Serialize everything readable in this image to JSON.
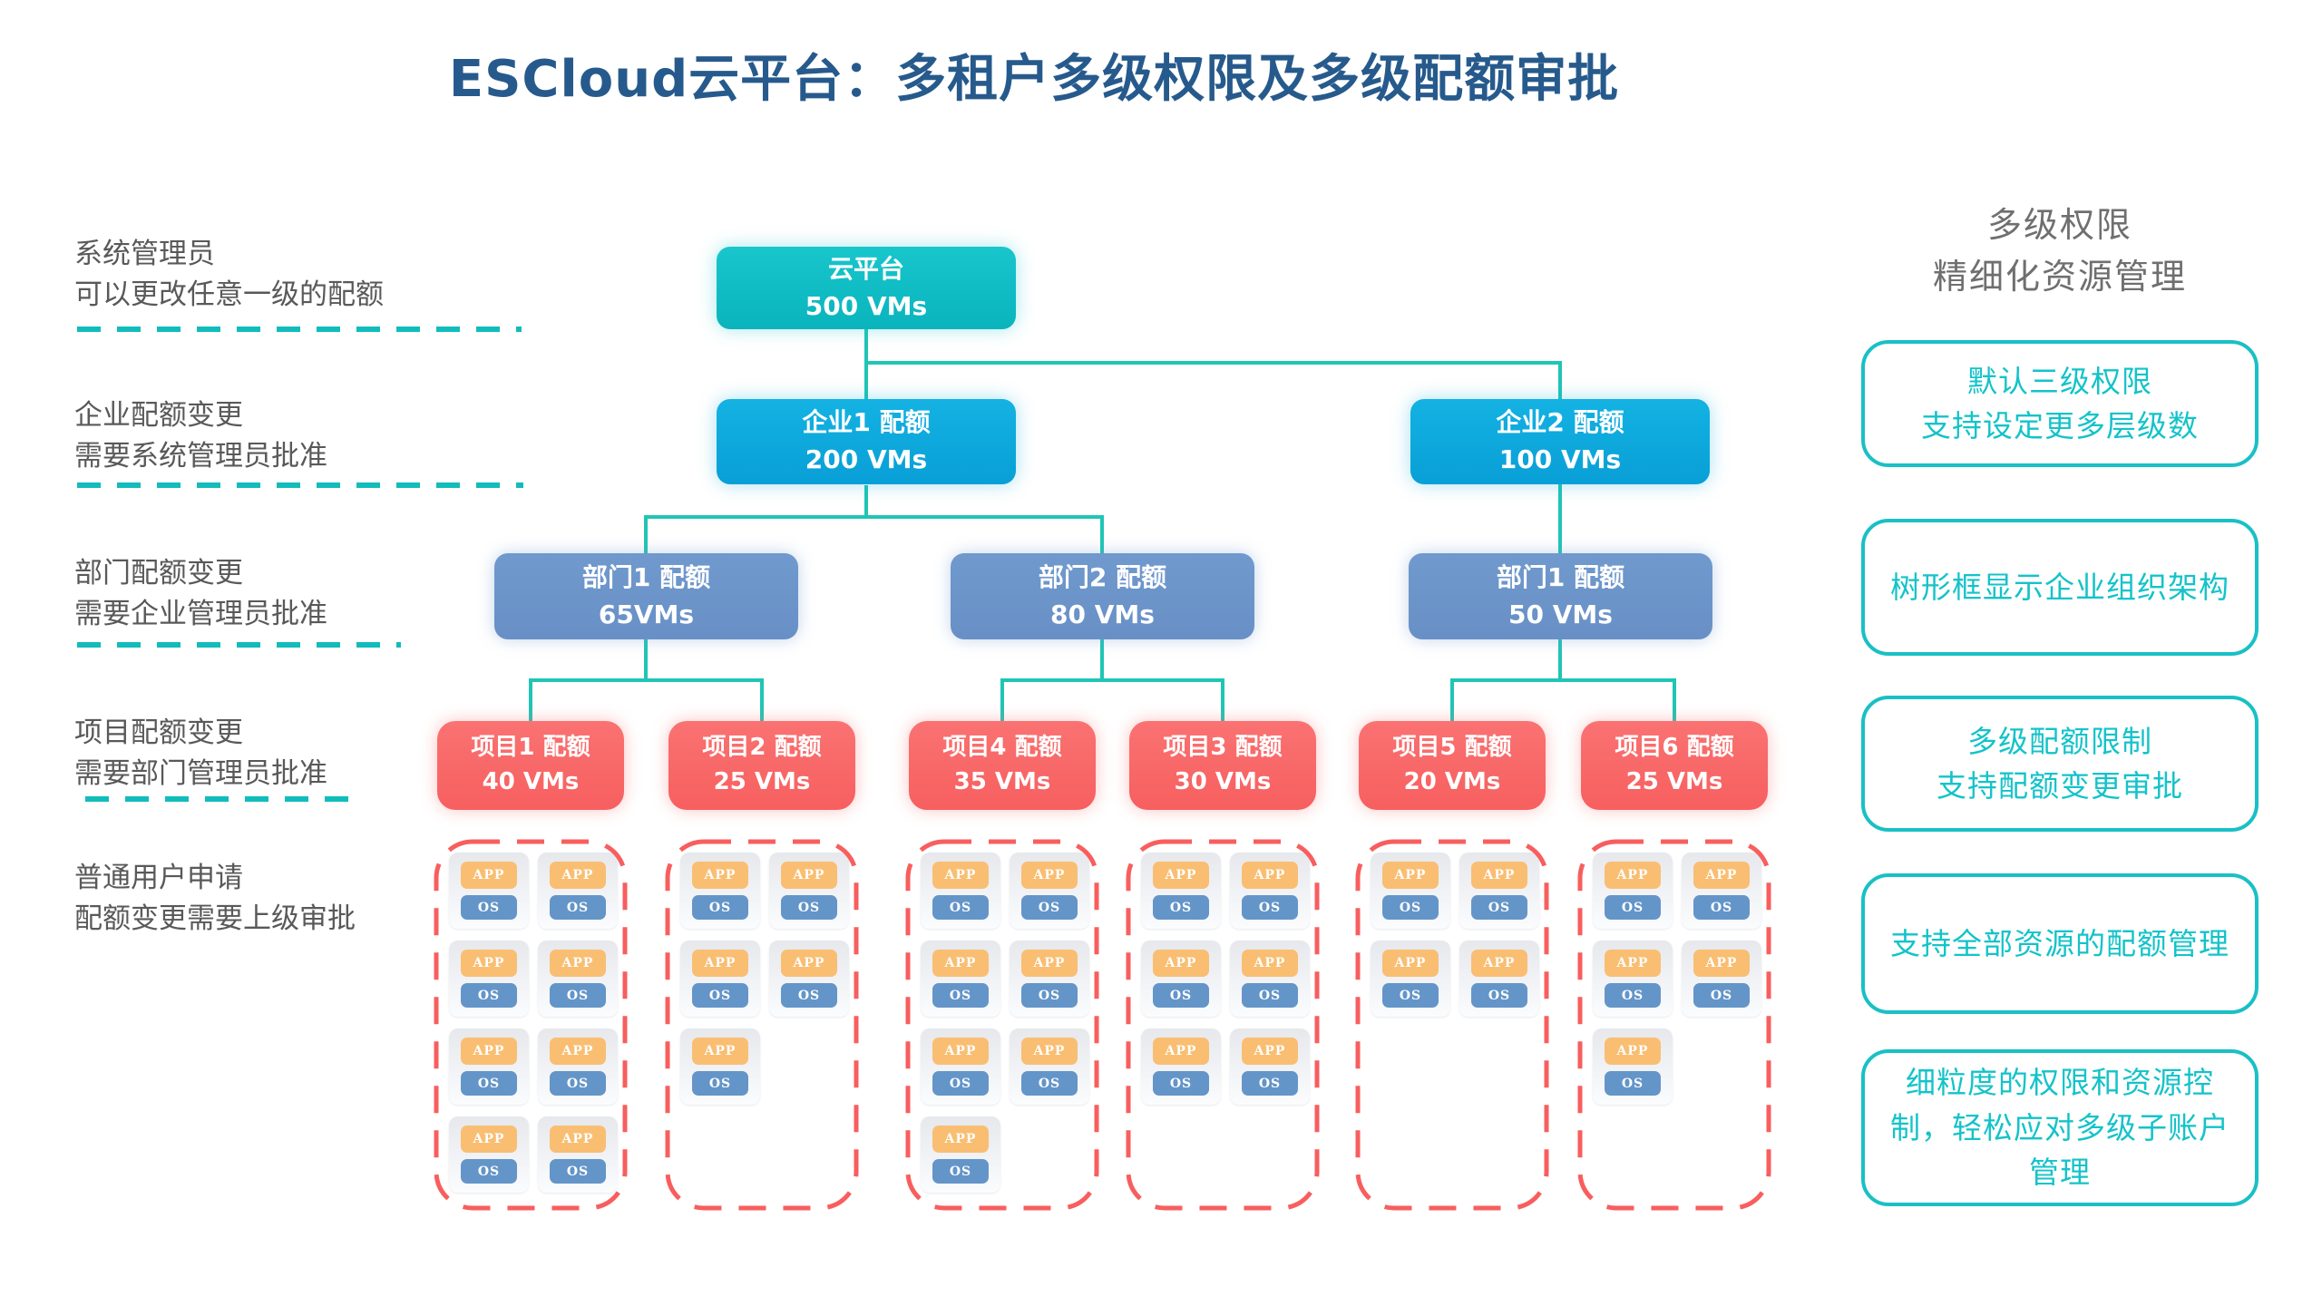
{
  "title": "ESCloud云平台：多租户多级权限及多级配额审批",
  "left_annotations": [
    {
      "line1": "系统管理员",
      "line2": "可以更改任意一级的配额"
    },
    {
      "line1": "企业配额变更",
      "line2": "需要系统管理员批准"
    },
    {
      "line1": "部门配额变更",
      "line2": "需要企业管理员批准"
    },
    {
      "line1": "项目配额变更",
      "line2": "需要部门管理员批准"
    },
    {
      "line1": "普通用户申请",
      "line2": "配额变更需要上级审批"
    }
  ],
  "tree": {
    "root": {
      "name": "云平台",
      "quota": "500 VMs"
    },
    "enterprises": [
      {
        "name": "企业1 配额",
        "quota": "200 VMs"
      },
      {
        "name": "企业2 配额",
        "quota": "100 VMs"
      }
    ],
    "departments": [
      {
        "name": "部门1 配额",
        "quota": "65VMs"
      },
      {
        "name": "部门2 配额",
        "quota": "80 VMs"
      },
      {
        "name": "部门1 配额",
        "quota": "50 VMs"
      }
    ],
    "projects": [
      {
        "name": "项目1 配额",
        "quota": "40 VMs",
        "vm_count": 8
      },
      {
        "name": "项目2 配额",
        "quota": "25 VMs",
        "vm_count": 5
      },
      {
        "name": "项目4 配额",
        "quota": "35 VMs",
        "vm_count": 7
      },
      {
        "name": "项目3 配额",
        "quota": "30 VMs",
        "vm_count": 6
      },
      {
        "name": "项目5 配额",
        "quota": "20 VMs",
        "vm_count": 4
      },
      {
        "name": "项目6 配额",
        "quota": "25 VMs",
        "vm_count": 5
      }
    ]
  },
  "vm_card": {
    "app_label": "APP",
    "os_label": "OS"
  },
  "right_panel": {
    "header_line1": "多级权限",
    "header_line2": "精细化资源管理",
    "features": [
      "默认三级权限\n支持设定更多层级数",
      "树形框显示企业组织架构",
      "多级配额限制\n支持配额变更审批",
      "支持全部资源的配额管理",
      "细粒度的权限和资源控制，轻松应对多级子账户管理"
    ]
  },
  "colors": {
    "title_blue": "#275a8c",
    "cloud_teal": "#0fbfc6",
    "enterprise_blue": "#0aa7db",
    "department_blue": "#6d96cc",
    "project_red": "#f96a6a",
    "app_orange": "#f9be72",
    "os_blue": "#6495c8",
    "group_dash_red": "#f85e5e",
    "annotation_dash_teal": "#12bcbc",
    "connector_teal": "#20c5b5",
    "feature_teal": "#19c0c5",
    "annotation_gray": "#595959"
  }
}
